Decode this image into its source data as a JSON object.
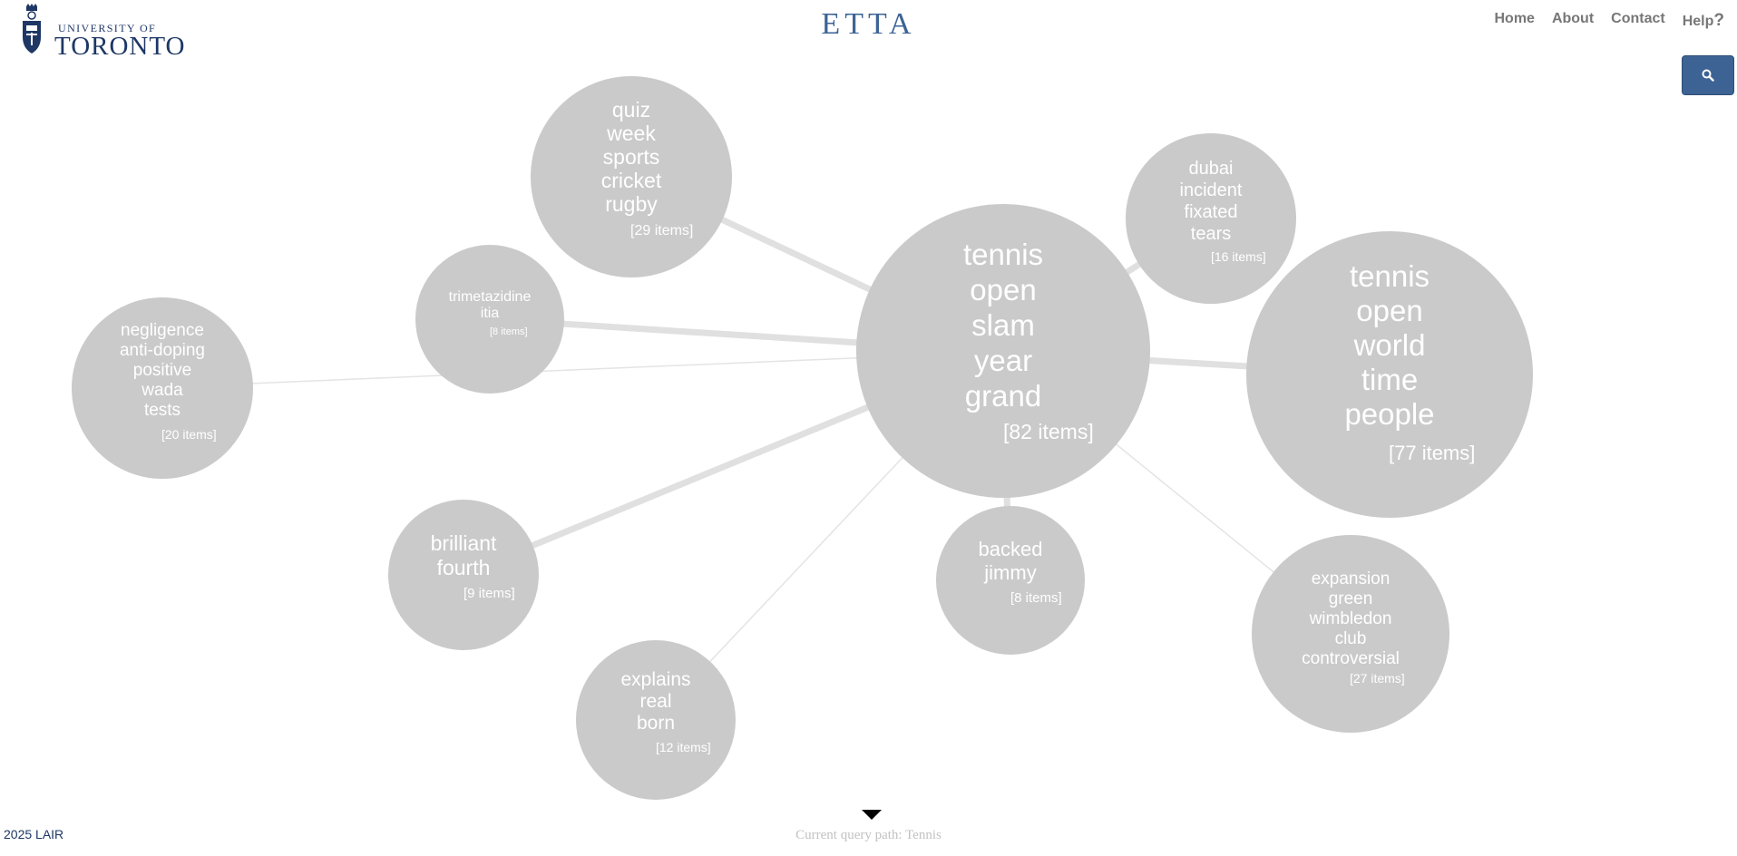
{
  "header": {
    "logo": {
      "line1": "UNIVERSITY OF",
      "line2": "TORONTO"
    },
    "brand": "ETTA",
    "nav": [
      {
        "label": "Home"
      },
      {
        "label": "About"
      },
      {
        "label": "Contact"
      },
      {
        "label": "Help"
      }
    ],
    "help_mark": "?",
    "search_icon": "search-icon"
  },
  "colors": {
    "bubble": "#cacaca",
    "link": "#e0e0e0",
    "accent": "#3d6394",
    "text": "#ffffff"
  },
  "clusters": [
    {
      "id": "center",
      "words": [
        "tennis",
        "open",
        "slam",
        "year",
        "grand"
      ],
      "count": "[82 items]"
    },
    {
      "id": "tennis-world",
      "words": [
        "tennis",
        "open",
        "world",
        "time",
        "people"
      ],
      "count": "[77 items]"
    },
    {
      "id": "quiz",
      "words": [
        "quiz",
        "week",
        "sports",
        "cricket",
        "rugby"
      ],
      "count": "[29 items]"
    },
    {
      "id": "expansion",
      "words": [
        "expansion",
        "green",
        "wimbledon",
        "club",
        "controversial"
      ],
      "count": "[27 items]"
    },
    {
      "id": "negligence",
      "words": [
        "negligence",
        "anti-doping",
        "positive",
        "wada",
        "tests"
      ],
      "count": "[20 items]"
    },
    {
      "id": "dubai",
      "words": [
        "dubai",
        "incident",
        "fixated",
        "tears"
      ],
      "count": "[16 items]"
    },
    {
      "id": "explains",
      "words": [
        "explains",
        "real",
        "born"
      ],
      "count": "[12 items]"
    },
    {
      "id": "brilliant",
      "words": [
        "brilliant",
        "fourth"
      ],
      "count": "[9 items]"
    },
    {
      "id": "trimetazidine",
      "words": [
        "trimetazidine",
        "itia"
      ],
      "count": "[8 items]"
    },
    {
      "id": "backed",
      "words": [
        "backed",
        "jimmy"
      ],
      "count": "[8 items]"
    }
  ],
  "footer": {
    "copyright": "2025 LAIR",
    "query_path": "Current query path: Tennis"
  }
}
